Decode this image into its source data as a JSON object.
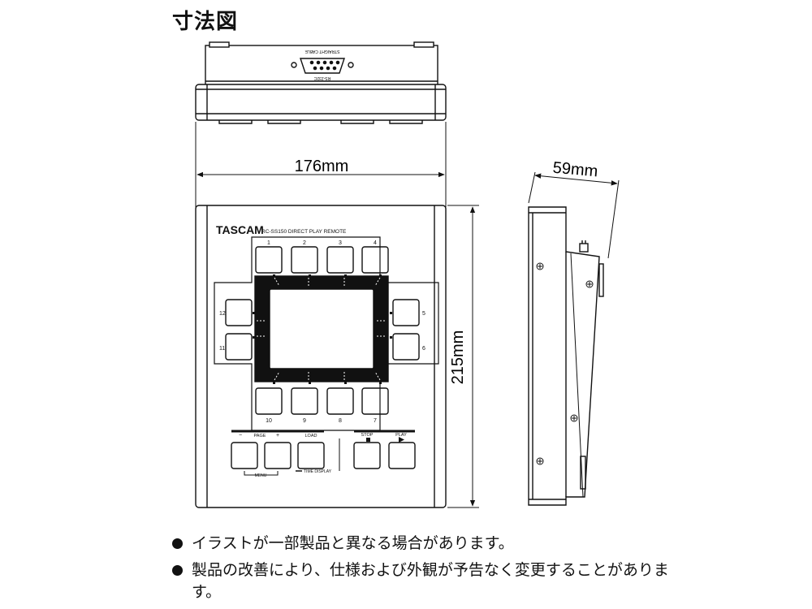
{
  "title": "寸法図",
  "dimensions": {
    "width": "176mm",
    "height": "215mm",
    "depth": "59mm"
  },
  "rear_connector": {
    "label_top": "STRAIGHT CABLE",
    "label_bottom": "RS-232C"
  },
  "device": {
    "brand": "TASCAM",
    "model": "RC-SS150 DIRECT PLAY REMOTE",
    "top_buttons": [
      "1",
      "2",
      "3",
      "4"
    ],
    "bottom_buttons": [
      "10",
      "9",
      "8",
      "7"
    ],
    "left_buttons": [
      "12",
      "11"
    ],
    "right_buttons": [
      "5",
      "6"
    ],
    "page_minus": "−",
    "page_label": "PAGE",
    "page_plus": "+",
    "load_label": "LOAD",
    "stop_label": "STOP",
    "play_label": "PLAY",
    "menu_label": "MENU",
    "time_display_label": "TIME DISPLAY"
  },
  "notes": [
    "イラストが一部製品と異なる場合があります。",
    "製品の改善により、仕様および外観が予告なく変更することがあります。"
  ]
}
